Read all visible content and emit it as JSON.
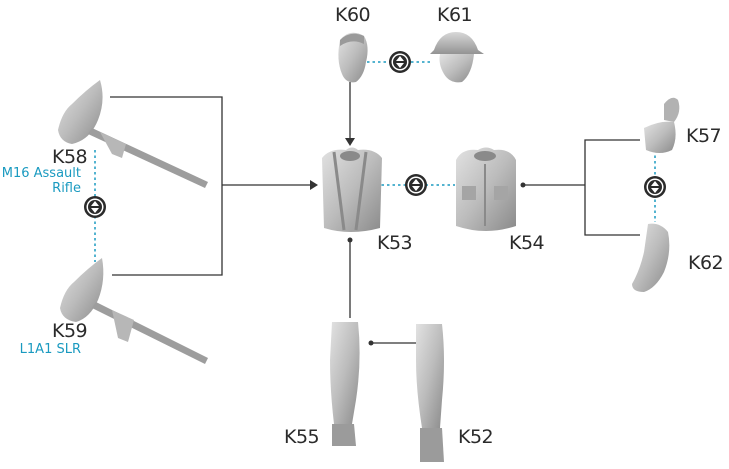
{
  "parts": {
    "k60": {
      "code": "K60"
    },
    "k61": {
      "code": "K61"
    },
    "k53": {
      "code": "K53"
    },
    "k54": {
      "code": "K54"
    },
    "k55": {
      "code": "K55"
    },
    "k52": {
      "code": "K52"
    },
    "k57": {
      "code": "K57"
    },
    "k62": {
      "code": "K62"
    },
    "k58": {
      "code": "K58",
      "weapon_line1": "M16 Assault",
      "weapon_line2": "Rifle"
    },
    "k59": {
      "code": "K59",
      "weapon": "L1A1 SLR"
    }
  },
  "colors": {
    "line": "#333333",
    "alt_dotted": "#1a9ac0",
    "part_fill": "#bdbdbd",
    "part_shade": "#8f8f8f",
    "label_text": "#2b2b2b",
    "weapon_text": "#1a9ac0"
  },
  "icons": [
    "alternative-swap-icon"
  ]
}
